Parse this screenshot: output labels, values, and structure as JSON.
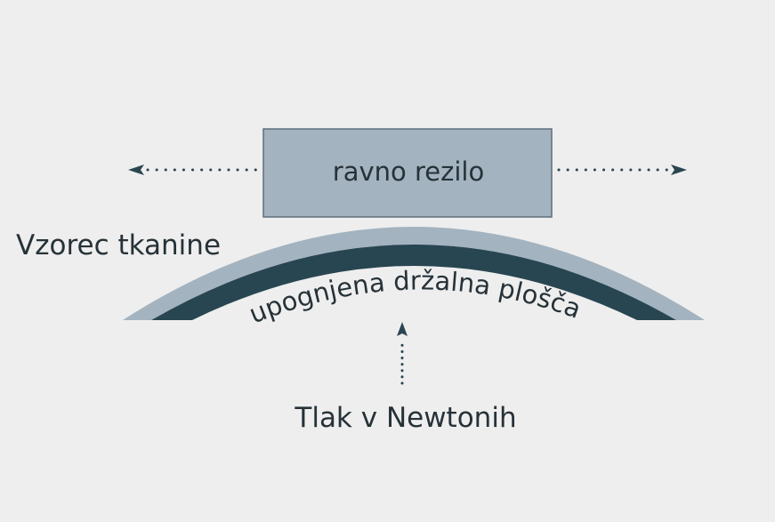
{
  "blade": {
    "label": "ravno rezilo"
  },
  "specimen": {
    "label": "Vzorec tkanine"
  },
  "plate": {
    "label": "upognjena držalna plošča"
  },
  "pressure": {
    "label": "Tlak v Newtonih"
  },
  "colors": {
    "background": "#eeeeee",
    "blade_fill": "#a3b3c0",
    "blade_stroke": "#5e6f7b",
    "fabric": "#a3b3c0",
    "plate": "#284651",
    "arrow": "#2b4550",
    "text": "#263238"
  }
}
